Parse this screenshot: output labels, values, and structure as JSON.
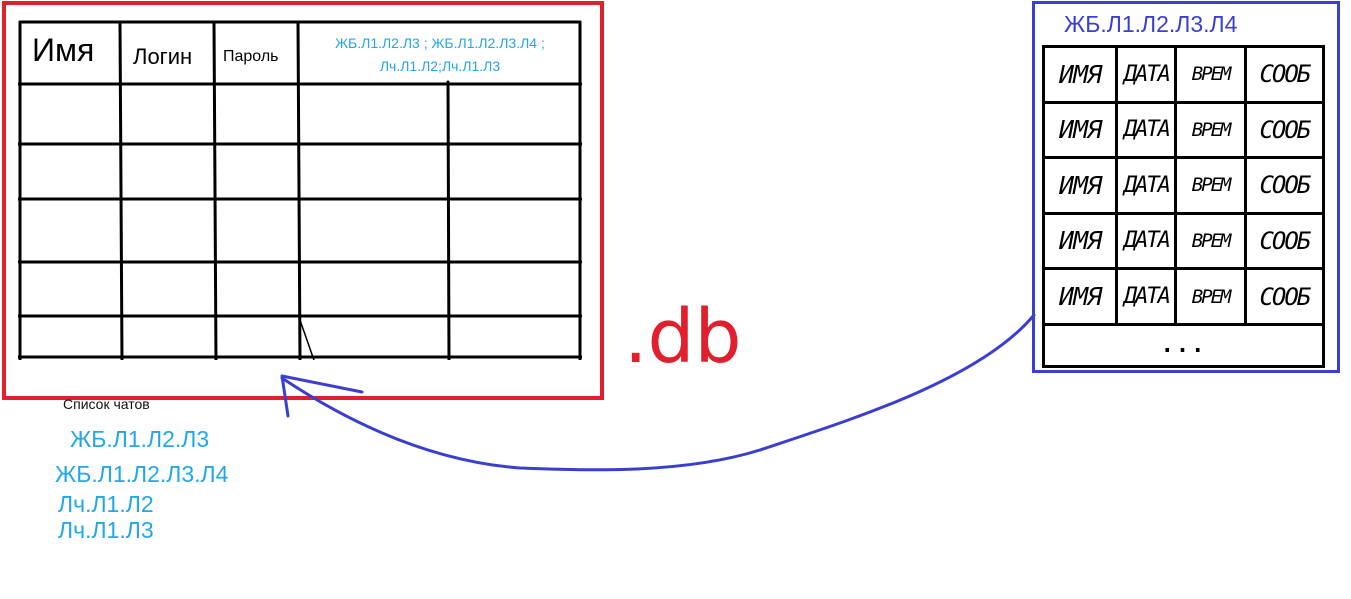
{
  "db_file": {
    "label": ".db",
    "columns": {
      "name": "Имя",
      "login": "Логин",
      "password": "Пароль",
      "chats": "ЖБ.Л1.Л2.Л3 ; ЖБ.Л1.Л2.Л3.Л4 ; Лч.Л1.Л2;Лч.Л1.Л3"
    }
  },
  "chat_list": {
    "title": "Список чатов",
    "items": [
      "ЖБ.Л1.Л2.Л3",
      "ЖБ.Л1.Л2.Л3.Л4",
      "Лч.Л1.Л2",
      "Лч.Л1.Л3"
    ]
  },
  "chat_file": {
    "title": "ЖБ.Л1.Л2.Л3.Л4",
    "row": {
      "name": "ИМЯ",
      "date": "ДАТА",
      "time": "ВРЕМ",
      "message": "СООБ"
    },
    "ellipsis": "..."
  },
  "colors": {
    "db_frame": "#e0202c",
    "chat_frame": "#3b3fcf",
    "chat_text": "#22a7e8",
    "arrow": "#3b3fcf"
  }
}
